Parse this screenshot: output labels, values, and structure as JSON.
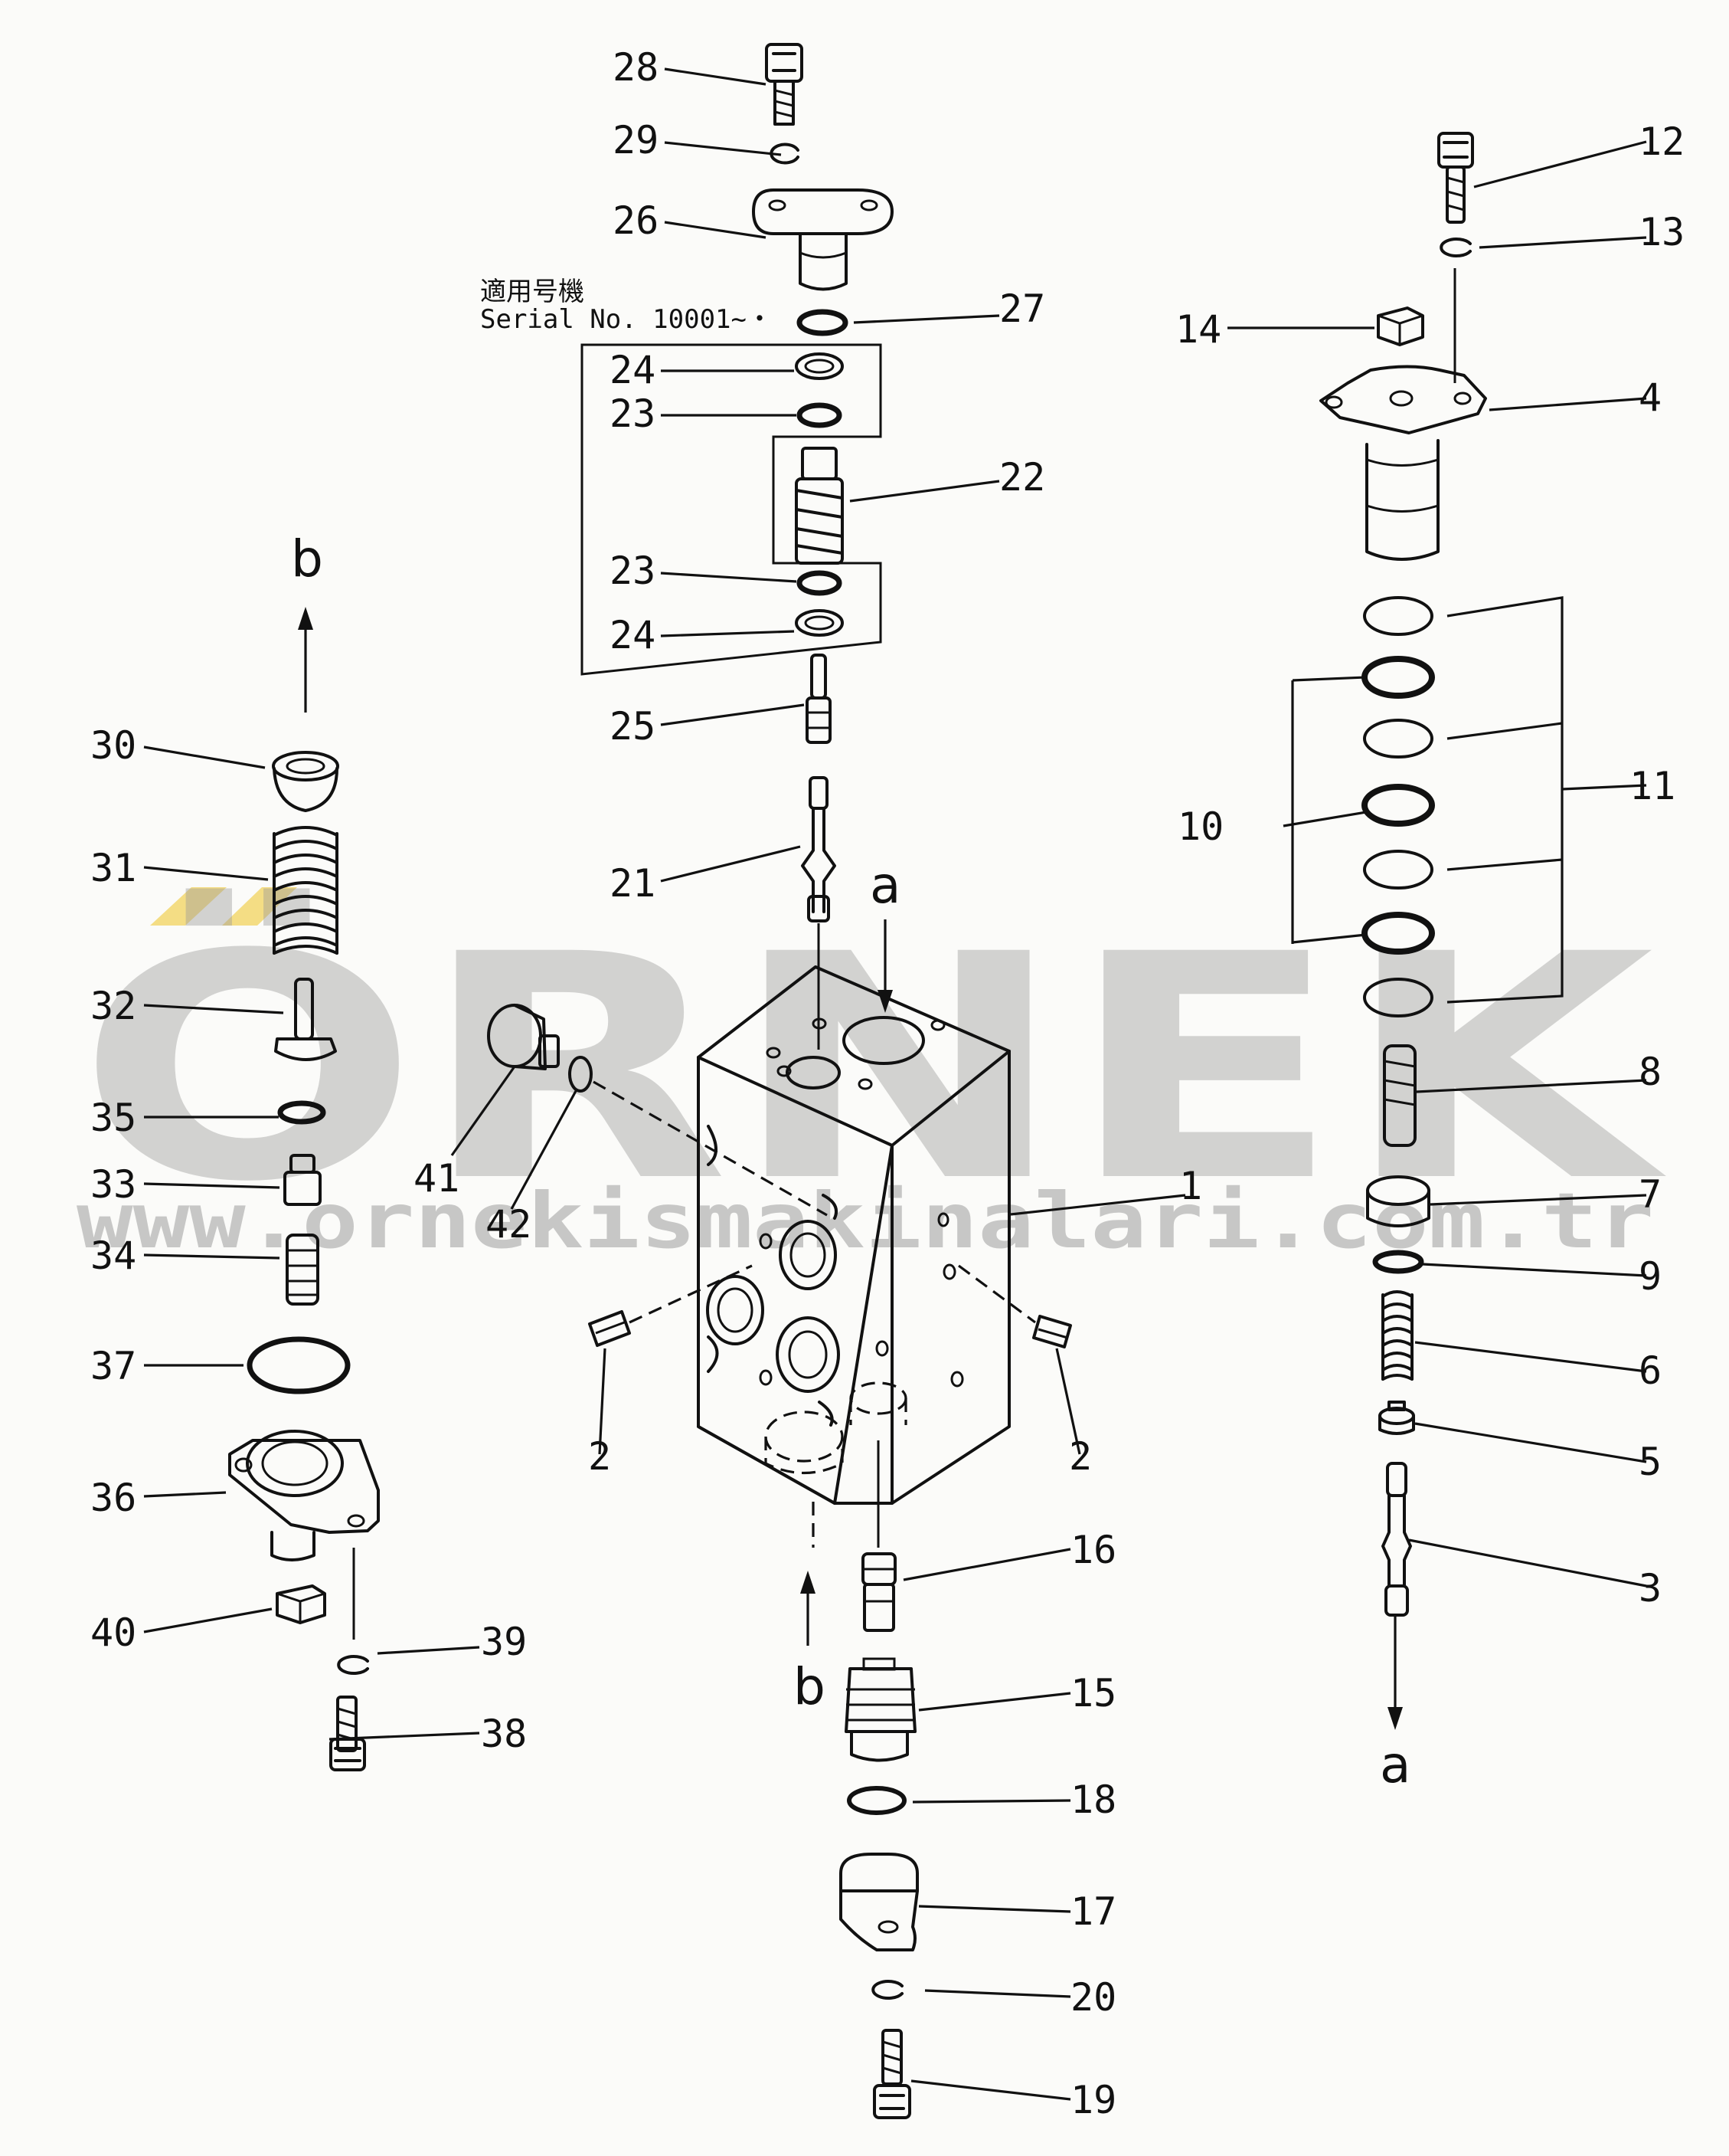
{
  "serial_note": {
    "line1": "適用号機",
    "line2": "Serial  No. 10001~・"
  },
  "watermark": {
    "brand": "ÖRNEK",
    "url": "www.ornekismakinalari.com.tr",
    "accent_color": "#f2d35c",
    "text_color": "#9a9a9a"
  },
  "arrow_letters": {
    "b_top": "b",
    "a_top": "a",
    "b_bottom": "b",
    "a_bottom": "a"
  },
  "callouts": {
    "n1": "1",
    "n2a": "2",
    "n2b": "2",
    "n3": "3",
    "n4": "4",
    "n5": "5",
    "n6": "6",
    "n7": "7",
    "n8": "8",
    "n9": "9",
    "n10": "10",
    "n11": "11",
    "n12": "12",
    "n13": "13",
    "n14": "14",
    "n15": "15",
    "n16": "16",
    "n17": "17",
    "n18": "18",
    "n19": "19",
    "n20": "20",
    "n21": "21",
    "n22": "22",
    "n23a": "23",
    "n23b": "23",
    "n24a": "24",
    "n24b": "24",
    "n25": "25",
    "n26": "26",
    "n27": "27",
    "n28": "28",
    "n29": "29",
    "n30": "30",
    "n31": "31",
    "n32": "32",
    "n33": "33",
    "n34": "34",
    "n35": "35",
    "n36": "36",
    "n37": "37",
    "n38": "38",
    "n39": "39",
    "n40": "40",
    "n41": "41",
    "n42": "42"
  }
}
